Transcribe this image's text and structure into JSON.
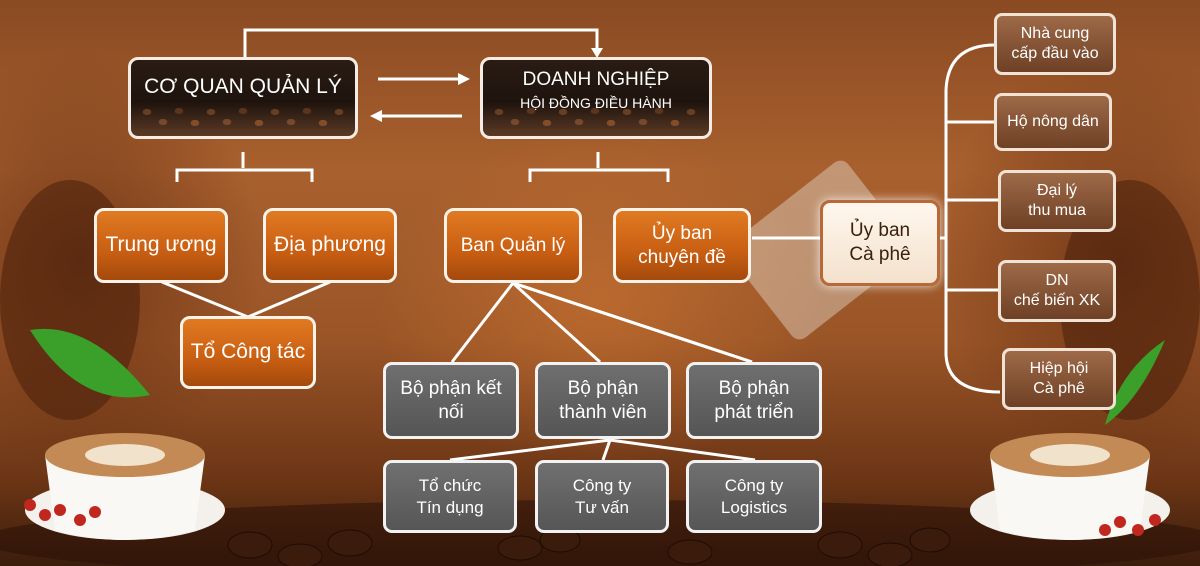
{
  "colors": {
    "orange": "#c85e12",
    "dark": "#1e130d",
    "grey": "#5f5f5f",
    "brown": "#7a4a2e",
    "cream": "#fdf3e8",
    "line": "#ffffff"
  },
  "nodes": {
    "co_quan_quan_ly": "CƠ QUAN QUẢN LÝ",
    "doanh_nghiep": "DOANH NGHIỆP",
    "hoi_dong_dieu_hanh": "HỘI ĐỒNG ĐIỀU HÀNH",
    "trung_uong": "Trung ương",
    "dia_phuong": "Địa phương",
    "to_cong_tac": "Tổ Công tác",
    "ban_quan_ly": "Ban Quản lý",
    "uy_ban_chuyen_de": [
      "Ủy ban",
      "chuyên đề"
    ],
    "uy_ban_ca_phe": [
      "Ủy ban",
      "Cà phê"
    ],
    "bo_phan_ket_noi": [
      "Bộ phận kết",
      "nối"
    ],
    "bo_phan_thanh_vien": [
      "Bộ phận",
      "thành viên"
    ],
    "bo_phan_phat_trien": [
      "Bộ phận",
      "phát triển"
    ],
    "to_chuc_tin_dung": [
      "Tổ chức",
      "Tín dụng"
    ],
    "cong_ty_tu_van": [
      "Công ty",
      "Tư vấn"
    ],
    "cong_ty_logistics": [
      "Công ty",
      "Logistics"
    ],
    "nha_cung_cap": [
      "Nhà cung",
      "cấp đầu vào"
    ],
    "ho_nong_dan": "Hộ nông dân",
    "dai_ly_thu_mua": [
      "Đại lý",
      "thu mua"
    ],
    "dn_che_bien": [
      "DN",
      "chế biến XK"
    ],
    "hiep_hoi": [
      "Hiệp hội",
      "Cà phê"
    ]
  }
}
